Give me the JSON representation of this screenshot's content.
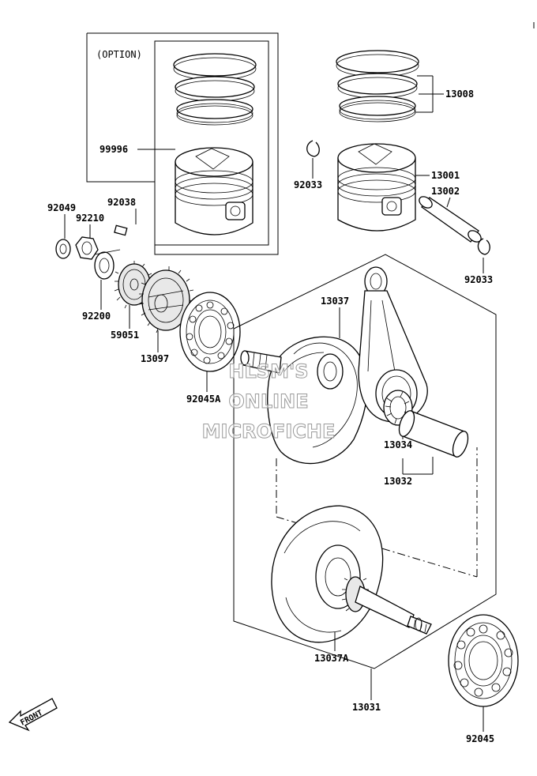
{
  "option_label": "(OPTION)",
  "front_label": "FRONT",
  "watermark": [
    "HLSM'S",
    "ONLINE",
    "MICROFICHE"
  ],
  "parts": {
    "p99996": "99996",
    "p13008": "13008",
    "p92033a": "92033",
    "p13001": "13001",
    "p13002": "13002",
    "p92033b": "92033",
    "p92049": "92049",
    "p92038": "92038",
    "p92210": "92210",
    "p92200": "92200",
    "p59051": "59051",
    "p13097": "13097",
    "p13037": "13037",
    "p92045A": "92045A",
    "p13034": "13034",
    "p13032": "13032",
    "p13037A": "13037A",
    "p13031": "13031",
    "p92045": "92045"
  }
}
